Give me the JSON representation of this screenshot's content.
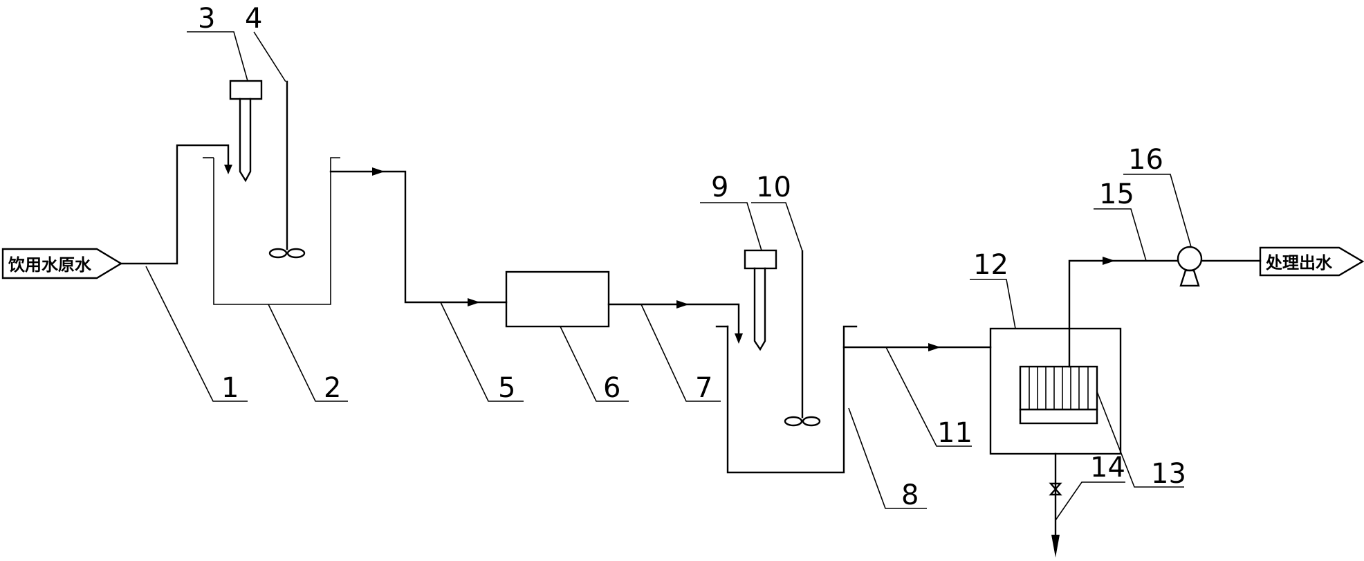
{
  "inlet_label": "饮用水原水",
  "outlet_label": "处理出水",
  "callouts": {
    "n1": "1",
    "n2": "2",
    "n3": "3",
    "n4": "4",
    "n5": "5",
    "n6": "6",
    "n7": "7",
    "n8": "8",
    "n9": "9",
    "n10": "10",
    "n11": "11",
    "n12": "12",
    "n13": "13",
    "n14": "14",
    "n15": "15",
    "n16": "16"
  }
}
